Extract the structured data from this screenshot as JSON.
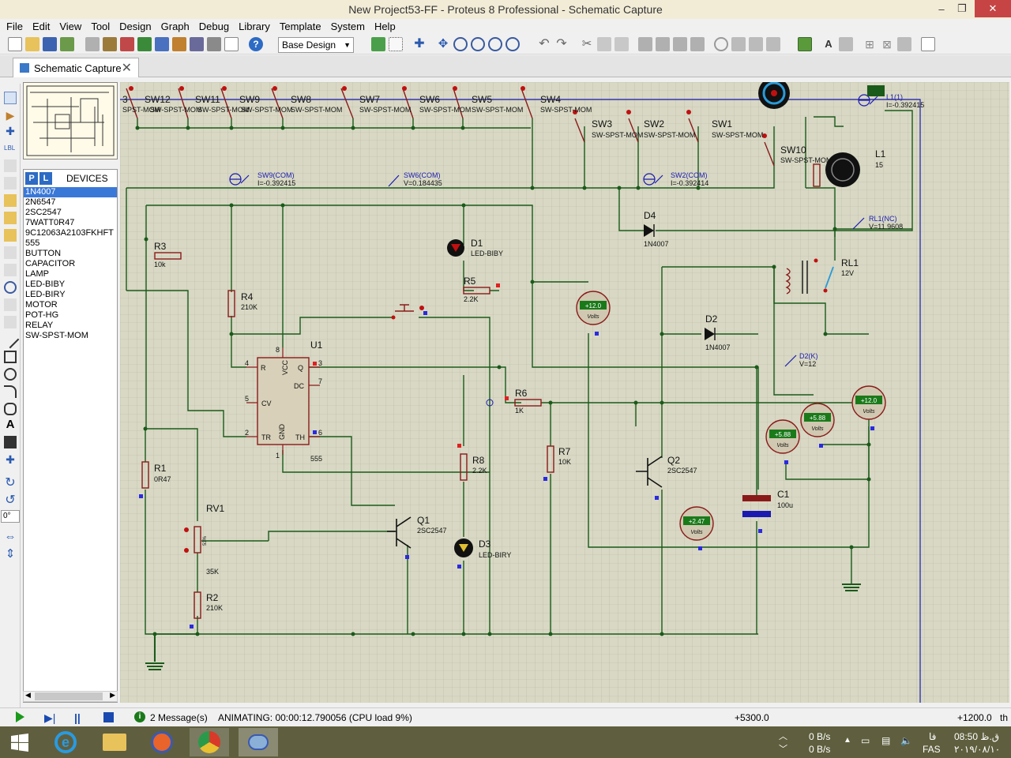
{
  "window": {
    "title": "New Project53-FF - Proteus 8 Professional - Schematic Capture",
    "controls": [
      "–",
      "❐",
      "✕"
    ]
  },
  "menu": [
    "File",
    "Edit",
    "View",
    "Tool",
    "Design",
    "Graph",
    "Debug",
    "Library",
    "Template",
    "System",
    "Help"
  ],
  "toolbar": {
    "design_select": "Base Design"
  },
  "tab": {
    "label": "Schematic Capture",
    "close": "✕"
  },
  "devices": {
    "p_label": "P",
    "l_label": "L",
    "header": "DEVICES",
    "items": [
      "1N4007",
      "2N6547",
      "2SC2547",
      "7WATT0R47",
      "9C12063A2103FKHFT",
      "555",
      "BUTTON",
      "CAPACITOR",
      "LAMP",
      "LED-BIBY",
      "LED-BIRY",
      "MOTOR",
      "POT-HG",
      "RELAY",
      "SW-SPST-MOM"
    ],
    "selected_index": 0
  },
  "rotation": "0°",
  "status": {
    "messages": "2 Message(s)",
    "animating": "ANIMATING: 00:00:12.790056 (CPU load 9%)",
    "coord_x": "+5300.0",
    "coord_y": "+1200.0",
    "unit": "th"
  },
  "taskbar": {
    "net_up": "0 B/s",
    "net_down": "0 B/s",
    "lang": "FAS",
    "time": "08:50 ق.ظ",
    "date": "۲۰۱۹/۰۸/۱۰",
    "day": "فا"
  },
  "schematic": {
    "switches": [
      {
        "ref": "SW12",
        "part": "SW-SPST-MOM"
      },
      {
        "ref": "SW11",
        "part": "SW-SPST-MOM"
      },
      {
        "ref": "SW9",
        "part": "SW-SPST-MOM"
      },
      {
        "ref": "SW8",
        "part": "SW-SPST-MOM"
      },
      {
        "ref": "SW7",
        "part": "SW-SPST-MOM"
      },
      {
        "ref": "SW6",
        "part": "SW-SPST-MOM"
      },
      {
        "ref": "SW5",
        "part": "SW-SPST-MOM"
      },
      {
        "ref": "SW4",
        "part": "SW-SPST-MOM"
      },
      {
        "ref": "SW3",
        "part": "SW-SPST-MOM"
      },
      {
        "ref": "SW2",
        "part": "SW-SPST-MOM"
      },
      {
        "ref": "SW1",
        "part": "SW-SPST-MOM"
      },
      {
        "ref": "SW10",
        "part": "SW-SPST-MOM"
      }
    ],
    "probes": [
      {
        "name": "SW9(COM)",
        "value": "I=-0.392415"
      },
      {
        "name": "SW6(COM)",
        "value": "V=0.184435"
      },
      {
        "name": "SW2(COM)",
        "value": "I=-0.392414"
      },
      {
        "name": "L1(1)",
        "value": "I=-0.392415"
      },
      {
        "name": "RL1(NC)",
        "value": "V=11.9608"
      },
      {
        "name": "D2(K)",
        "value": "V=12"
      }
    ],
    "components": {
      "L1": {
        "ref": "L1",
        "value": "15"
      },
      "D4": {
        "ref": "D4",
        "value": "1N4007"
      },
      "D1": {
        "ref": "D1",
        "value": "LED-BIBY"
      },
      "R5": {
        "ref": "R5",
        "value": "2.2K"
      },
      "R3": {
        "ref": "R3",
        "value": "10k"
      },
      "R4": {
        "ref": "R4",
        "value": "210K"
      },
      "RL1": {
        "ref": "RL1",
        "value": "12V"
      },
      "U1": {
        "ref": "U1",
        "value": "555"
      },
      "D2": {
        "ref": "D2",
        "value": "1N4007"
      },
      "R6": {
        "ref": "R6",
        "value": "1K"
      },
      "R8": {
        "ref": "R8",
        "value": "2.2K"
      },
      "R7": {
        "ref": "R7",
        "value": "10K"
      },
      "Q2": {
        "ref": "Q2",
        "value": "2SC2547"
      },
      "R1": {
        "ref": "R1",
        "value": "0R47"
      },
      "RV1": {
        "ref": "RV1",
        "value": "35K"
      },
      "Q1": {
        "ref": "Q1",
        "value": "2SC2547"
      },
      "D3": {
        "ref": "D3",
        "value": "LED-BIRY"
      },
      "C1": {
        "ref": "C1",
        "value": "100u"
      },
      "R2": {
        "ref": "R2",
        "value": "210K"
      }
    },
    "pins555": {
      "r": "R",
      "q": "Q",
      "dc": "DC",
      "cv": "CV",
      "tr": "TR",
      "th": "TH",
      "vcc": "VCC",
      "gnd": "GND",
      "n4": "4",
      "n3": "3",
      "n7": "7",
      "n5": "5",
      "n2": "2",
      "n6": "6",
      "n8": "8",
      "n1": "1"
    },
    "voltmeters": [
      "+12.0",
      "+5.88",
      "+12.0",
      "+5.88",
      "+2.47"
    ],
    "volts_label": "Volts",
    "pot_pct": "53%"
  }
}
